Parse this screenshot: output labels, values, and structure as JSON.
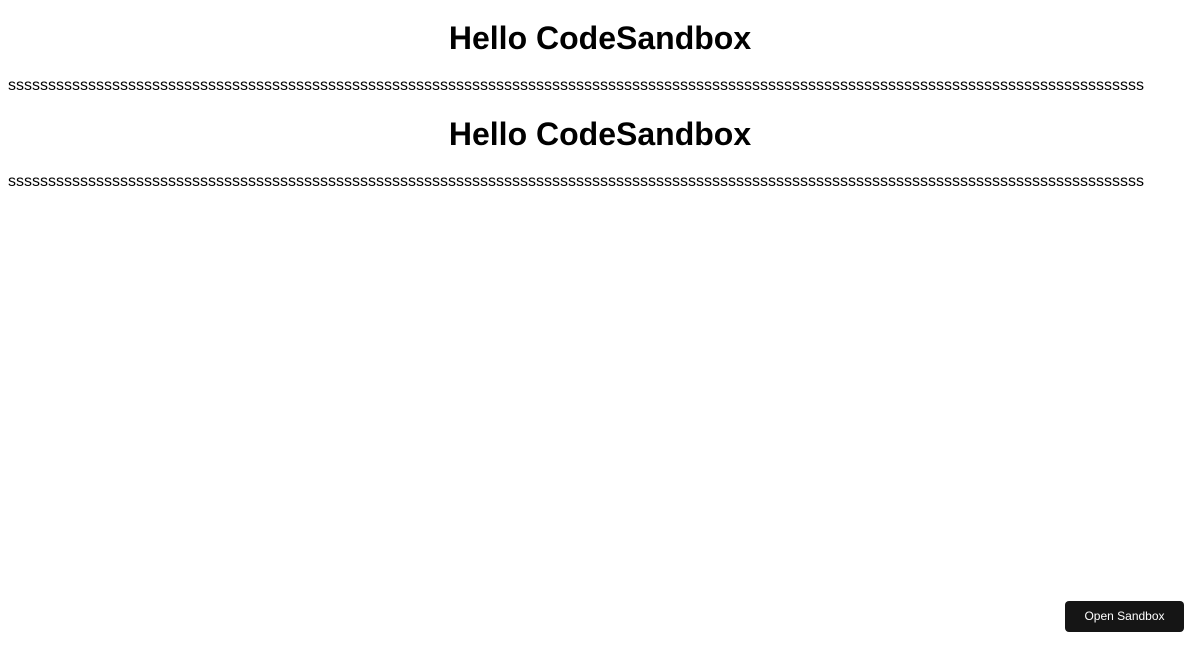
{
  "page": {
    "background_color": "#ffffff",
    "text_color": "#000000"
  },
  "blocks": [
    {
      "heading": "Hello CodeSandbox",
      "filler": "ssssssssssssssssssssssssssssssssssssssssssssssssssssssssssssssssssssssssssssssssssssssssssssssssssssssssssssssssssssssssssssssssssssssssssssss"
    },
    {
      "heading": "Hello CodeSandbox",
      "filler": "ssssssssssssssssssssssssssssssssssssssssssssssssssssssssssssssssssssssssssssssssssssssssssssssssssssssssssssssssssssssssssssssssssssssssssssss"
    }
  ],
  "open_sandbox_button": {
    "label": "Open Sandbox",
    "background_color": "#151515",
    "text_color": "#ffffff"
  }
}
